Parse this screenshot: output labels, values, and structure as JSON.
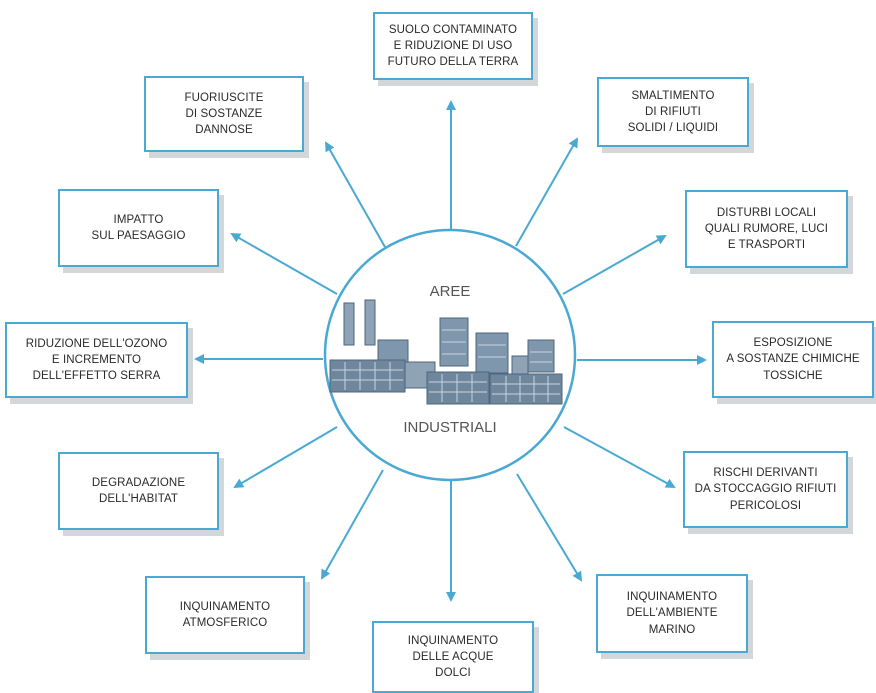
{
  "center": {
    "top_label": "AREE",
    "bottom_label": "INDUSTRIALI"
  },
  "colors": {
    "accent": "#49a9d3",
    "shadow": "#d4d7d9",
    "building": "#7f97ad",
    "building_dark": "#5c7488"
  },
  "boxes": [
    {
      "id": "suolo",
      "text": "SUOLO CONTAMINATO\nE RIDUZIONE DI USO\nFUTURO DELLA TERRA"
    },
    {
      "id": "smaltimento",
      "text": "SMALTIMENTO\nDI RIFIUTI\nSOLIDI / LIQUIDI"
    },
    {
      "id": "disturbi",
      "text": "DISTURBI LOCALI\nQUALI RUMORE, LUCI\nE TRASPORTI"
    },
    {
      "id": "esposizione",
      "text": "ESPOSIZIONE\nA SOSTANZE CHIMICHE\nTOSSICHE"
    },
    {
      "id": "rischi",
      "text": "RISCHI DERIVANTI\nDA STOCCAGGIO RIFIUTI\nPERICOLOSI"
    },
    {
      "id": "marino",
      "text": "INQUINAMENTO\nDELL'AMBIENTE\nMARINO"
    },
    {
      "id": "acque",
      "text": "INQUINAMENTO\nDELLE ACQUE\nDOLCI"
    },
    {
      "id": "atmosferico",
      "text": "INQUINAMENTO\nATMOSFERICO"
    },
    {
      "id": "habitat",
      "text": "DEGRADAZIONE\nDELL'HABITAT"
    },
    {
      "id": "ozono",
      "text": "RIDUZIONE DELL'OZONO\nE INCREMENTO\nDELL'EFFETTO SERRA"
    },
    {
      "id": "paesaggio",
      "text": "IMPATTO\nSUL PAESAGGIO"
    },
    {
      "id": "fuoriuscite",
      "text": "FUORIUSCITE\nDI SOSTANZE\nDANNOSE"
    }
  ]
}
